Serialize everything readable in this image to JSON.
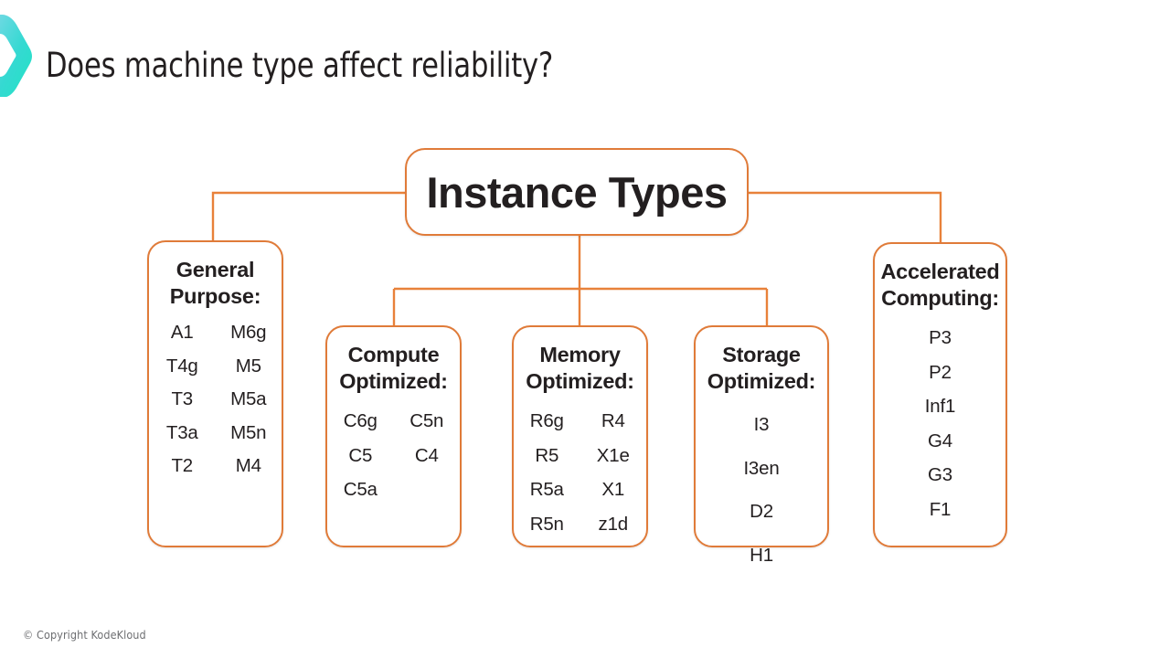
{
  "slide": {
    "title": "Does machine type affect reliability?",
    "logo_icon": "chevron-right-logo",
    "footer": "© Copyright KodeKloud",
    "accent_color": "#e07b39",
    "connector_color": "#e8813a",
    "logo_gradient_start": "#6fd6e0",
    "logo_gradient_end": "#2ee6c8",
    "text_color": "#231f20",
    "footer_color": "#6d6e71"
  },
  "diagram": {
    "type": "tree",
    "root": {
      "label": "Instance Types"
    },
    "categories": [
      {
        "id": "general",
        "title": "General\nPurpose:",
        "columns": 2,
        "rows": [
          [
            "A1",
            "M6g"
          ],
          [
            "T4g",
            "M5"
          ],
          [
            "T3",
            "M5a"
          ],
          [
            "T3a",
            "M5n"
          ],
          [
            "T2",
            "M4"
          ]
        ]
      },
      {
        "id": "compute",
        "title": "Compute\nOptimized:",
        "columns": 2,
        "rows": [
          [
            "C6g",
            "C5n"
          ],
          [
            "C5",
            "C4"
          ],
          [
            "C5a",
            ""
          ]
        ]
      },
      {
        "id": "memory",
        "title": "Memory\nOptimized:",
        "columns": 2,
        "rows": [
          [
            "R6g",
            "R4"
          ],
          [
            "R5",
            "X1e"
          ],
          [
            "R5a",
            "X1"
          ],
          [
            "R5n",
            "z1d"
          ]
        ]
      },
      {
        "id": "storage",
        "title": "Storage\nOptimized:",
        "columns": 1,
        "rows": [
          [
            "I3"
          ],
          [
            "I3en"
          ],
          [
            "D2"
          ],
          [
            "H1"
          ]
        ]
      },
      {
        "id": "accelerated",
        "title": "Accelerated\nComputing:",
        "columns": 1,
        "rows": [
          [
            "P3"
          ],
          [
            "P2"
          ],
          [
            "Inf1"
          ],
          [
            "G4"
          ],
          [
            "G3"
          ],
          [
            "F1"
          ]
        ]
      }
    ]
  }
}
